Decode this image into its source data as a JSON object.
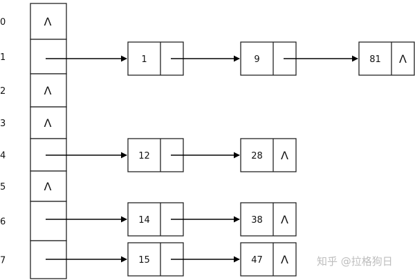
{
  "null_symbol": "Λ",
  "slots": [
    {
      "index": "0",
      "nodes": []
    },
    {
      "index": "1",
      "nodes": [
        {
          "key": "1"
        },
        {
          "key": "9"
        },
        {
          "key": "81"
        }
      ]
    },
    {
      "index": "2",
      "nodes": []
    },
    {
      "index": "3",
      "nodes": []
    },
    {
      "index": "4",
      "nodes": [
        {
          "key": "12"
        },
        {
          "key": "28"
        }
      ]
    },
    {
      "index": "5",
      "nodes": []
    },
    {
      "index": "6",
      "nodes": [
        {
          "key": "14"
        },
        {
          "key": "38"
        }
      ]
    },
    {
      "index": "7",
      "nodes": [
        {
          "key": "15"
        },
        {
          "key": "47"
        }
      ]
    }
  ],
  "watermark": "知乎 @拉格狗日"
}
